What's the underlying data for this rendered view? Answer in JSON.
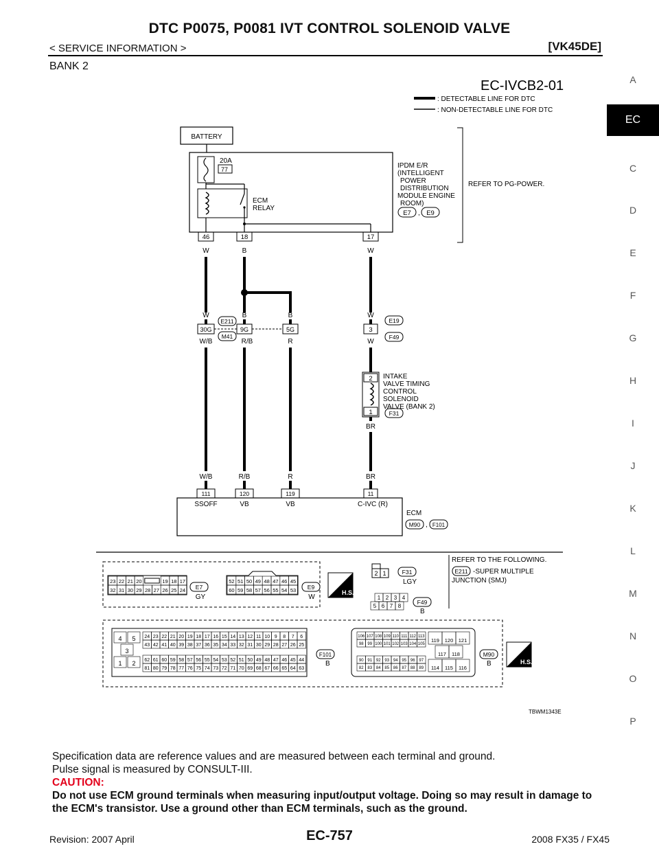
{
  "header": {
    "title": "DTC P0075, P0081 IVT CONTROL SOLENOID VALVE",
    "breadcrumb": "< SERVICE INFORMATION >",
    "model_tag": "[VK45DE]",
    "section_label": "BANK 2"
  },
  "side_index": {
    "tabs": [
      "A",
      "C",
      "D",
      "E",
      "F",
      "G",
      "H",
      "I",
      "J",
      "K",
      "L",
      "M",
      "N",
      "O",
      "P"
    ],
    "active": "EC"
  },
  "diagram": {
    "code": "EC-IVCB2-01",
    "legend": {
      "detectable": ": DETECTABLE LINE FOR DTC",
      "non_detectable": ": NON-DETECTABLE LINE FOR DTC"
    },
    "battery": "BATTERY",
    "fuse_rating": "20A",
    "fuse_number": "77",
    "ecm_relay": [
      "ECM",
      "RELAY"
    ],
    "ipdm": [
      "IPDM E/R",
      "(INTELLIGENT",
      "POWER",
      "DISTRIBUTION",
      "MODULE ENGINE",
      "ROOM)"
    ],
    "ipdm_connectors": [
      "E7",
      "E9"
    ],
    "refer_pg": "REFER TO PG-POWER.",
    "ipdm_terminals": [
      "46",
      "18",
      "17"
    ],
    "ipdm_wire_colors": [
      "W",
      "B",
      "W"
    ],
    "junction": {
      "wire_colors_top": [
        "W",
        "B",
        "B"
      ],
      "terminals": [
        "30G",
        "9G",
        "5G"
      ],
      "connectors": [
        "E211",
        "M41"
      ],
      "wire_colors_bottom": [
        "W/B",
        "R/B",
        "R"
      ]
    },
    "e19": {
      "top_color": "W",
      "terminal": "3",
      "connectors": [
        "E19",
        "F49"
      ],
      "bottom_color": "W"
    },
    "solenoid": {
      "label": [
        "INTAKE",
        "VALVE TIMING",
        "CONTROL",
        "SOLENOID",
        "VALVE (BANK 2)"
      ],
      "terminals": [
        "2",
        "1"
      ],
      "connector": "F31",
      "wire_color": "BR"
    },
    "ecm_wire_colors": [
      "W/B",
      "R/B",
      "R",
      "BR"
    ],
    "ecm_terminals": [
      "111",
      "120",
      "119",
      "11"
    ],
    "ecm_terminal_names": [
      "SSOFF",
      "VB",
      "VB",
      "C-IVC (R)"
    ],
    "ecm_label": "ECM",
    "ecm_connectors": [
      "M90",
      "F101"
    ],
    "connector_views": {
      "e7": {
        "id": "E7",
        "color": "GY",
        "row1": [
          "23",
          "22",
          "21",
          "20",
          "19",
          "18",
          "17"
        ],
        "row2": [
          "32",
          "31",
          "30",
          "29",
          "28",
          "27",
          "26",
          "25",
          "24"
        ]
      },
      "e9": {
        "id": "E9",
        "color": "W",
        "row1": [
          "52",
          "51",
          "50",
          "49",
          "48",
          "47",
          "46",
          "45"
        ],
        "row2": [
          "60",
          "59",
          "58",
          "57",
          "56",
          "55",
          "54",
          "53"
        ]
      },
      "f31": {
        "id": "F31",
        "color": "LGY",
        "pins": [
          "2",
          "1"
        ]
      },
      "f49": {
        "id": "F49",
        "color": "B",
        "row1": [
          "1",
          "2",
          "3",
          "4"
        ],
        "row2": [
          "5",
          "6",
          "7",
          "8"
        ]
      },
      "f101": {
        "id": "F101",
        "color": "B",
        "left": [
          "4",
          "5",
          "3",
          "1",
          "2"
        ],
        "row1": [
          "24",
          "23",
          "22",
          "21",
          "20",
          "19",
          "18",
          "17",
          "16",
          "15",
          "14",
          "13",
          "12",
          "11",
          "10",
          "9",
          "8",
          "7",
          "6"
        ],
        "row2": [
          "43",
          "42",
          "41",
          "40",
          "39",
          "38",
          "37",
          "36",
          "35",
          "34",
          "33",
          "32",
          "31",
          "30",
          "29",
          "28",
          "27",
          "26",
          "25"
        ],
        "row3": [
          "62",
          "61",
          "60",
          "59",
          "58",
          "57",
          "56",
          "55",
          "54",
          "53",
          "52",
          "51",
          "50",
          "49",
          "48",
          "47",
          "46",
          "45",
          "44"
        ],
        "row4": [
          "81",
          "80",
          "79",
          "78",
          "77",
          "76",
          "75",
          "74",
          "73",
          "72",
          "71",
          "70",
          "69",
          "68",
          "67",
          "66",
          "65",
          "64",
          "63"
        ]
      },
      "m90": {
        "id": "M90",
        "color": "B",
        "row1": [
          "106",
          "107",
          "108",
          "109",
          "110",
          "111",
          "112",
          "113"
        ],
        "row2": [
          "98",
          "99",
          "100",
          "101",
          "102",
          "103",
          "104",
          "105"
        ],
        "row3": [
          "90",
          "91",
          "92",
          "93",
          "94",
          "95",
          "96",
          "97"
        ],
        "row4": [
          "82",
          "83",
          "84",
          "85",
          "86",
          "87",
          "88",
          "89"
        ],
        "right": [
          "119",
          "120",
          "121",
          "117",
          "118",
          "114",
          "115",
          "116"
        ]
      }
    },
    "refer_following": "REFER TO THE FOLLOWING.",
    "smj_connector": "E211",
    "smj_text": [
      "-SUPER MULTIPLE",
      "JUNCTION (SMJ)"
    ],
    "hs_label": "H.S.",
    "figure_id": "TBWM1343E"
  },
  "body": {
    "line1": "Specification data are reference values and are measured between each terminal and ground.",
    "line2": "Pulse signal is measured by CONSULT-III.",
    "caution_title": "CAUTION:",
    "caution_text": "Do not use ECM ground terminals when measuring input/output voltage. Doing so may result in damage to the ECM's transistor. Use a ground other than ECM terminals, such as the ground."
  },
  "footer": {
    "page_number": "EC-757",
    "revision": "Revision: 2007 April",
    "model": "2008 FX35 / FX45"
  }
}
